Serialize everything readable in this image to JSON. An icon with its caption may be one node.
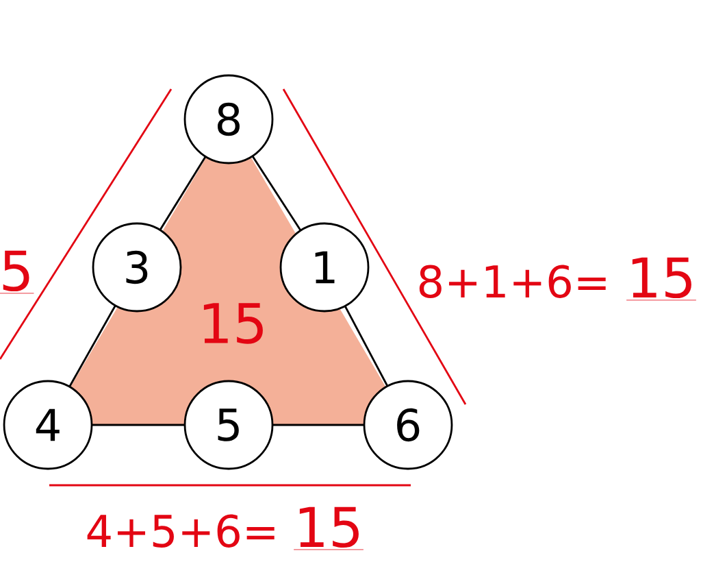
{
  "diagram": {
    "nodes": [
      {
        "text": [
          "15"
        ]
      },
      {
        "text": [
          "8"
        ]
      },
      {
        "text": [
          "3"
        ]
      },
      {
        "text": [
          "1"
        ]
      },
      {
        "text": [
          "4"
        ]
      },
      {
        "text": [
          "5"
        ]
      },
      {
        "text": [
          "6"
        ]
      }
    ],
    "edges": [
      {
        "from": 1,
        "to": 2,
        "arrow": "none"
      },
      {
        "from": 2,
        "to": 4,
        "arrow": "none"
      },
      {
        "from": 1,
        "to": 3,
        "arrow": "none"
      },
      {
        "from": 3,
        "to": 6,
        "arrow": "none"
      },
      {
        "from": 4,
        "to": 5,
        "arrow": "none"
      },
      {
        "from": 5,
        "to": 6,
        "arrow": "none"
      }
    ],
    "labels": [
      "5",
      "8+1+6=",
      "15",
      "4+5+6=",
      "15"
    ]
  }
}
